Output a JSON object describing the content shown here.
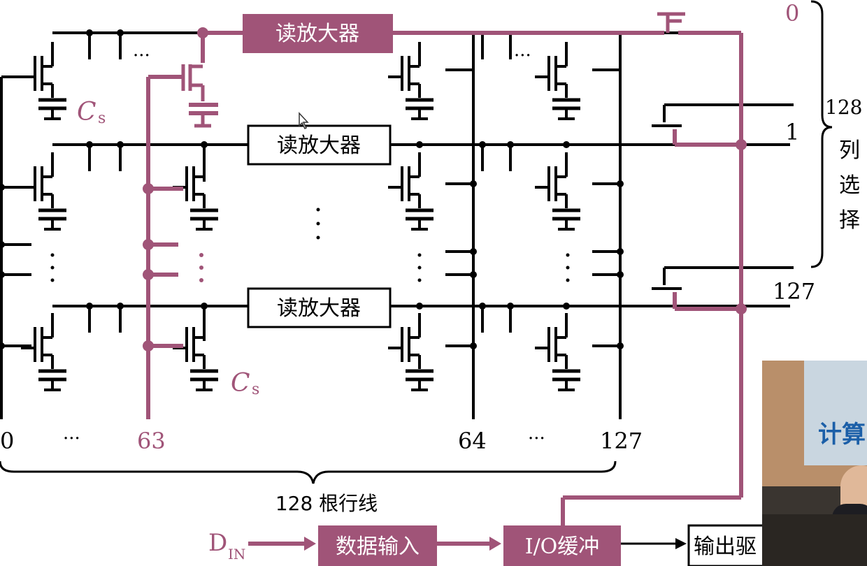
{
  "diagram": {
    "sense_amp_label": "读放大器",
    "cs_label": "C",
    "cs_subscript": "s",
    "column_select": {
      "count": "128",
      "title_chars": [
        "列",
        "选",
        "择"
      ],
      "rows": [
        "0",
        "1",
        "127"
      ]
    },
    "row_lines": {
      "labels": [
        "0",
        "63",
        "64",
        "127"
      ],
      "ellipsis": "···",
      "caption": "128 根行线"
    },
    "data_in": {
      "label": "D",
      "subscript": "IN",
      "input_box": "数据输入",
      "io_box": "I/O缓冲",
      "output_box": "输出驱"
    },
    "inset_text": "计算",
    "colors": {
      "wire": "#000000",
      "highlight": "#a05478",
      "sense_amp_highlight_fill": "#a05478"
    }
  }
}
